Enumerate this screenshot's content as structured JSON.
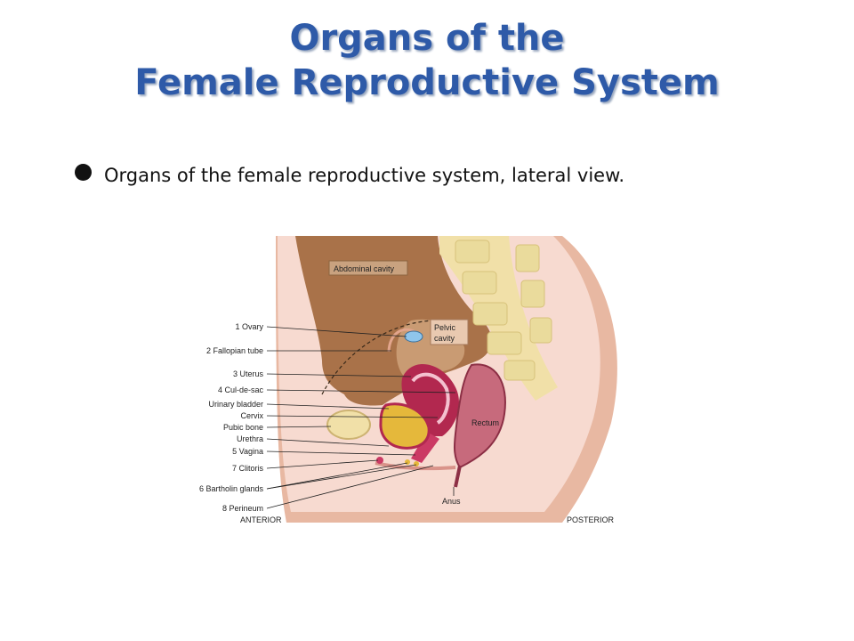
{
  "slide": {
    "title_line1": "Organs of the",
    "title_line2": "Female Reproductive System",
    "bullet": "Organs of the female reproductive system, lateral view."
  },
  "figure": {
    "region_labels": {
      "abdominal_cavity": "Abdominal cavity",
      "pelvic_line1": "Pelvic",
      "pelvic_line2": "cavity",
      "rectum": "Rectum",
      "anus": "Anus",
      "anterior": "ANTERIOR",
      "posterior": "POSTERIOR"
    },
    "leader_labels": [
      "1 Ovary",
      "2 Fallopian tube",
      "3 Uterus",
      "4 Cul-de-sac",
      "Urinary bladder",
      "Cervix",
      "Pubic bone",
      "Urethra",
      "5 Vagina",
      "7 Clitoris",
      "6 Bartholin glands",
      "8 Perineum"
    ]
  }
}
